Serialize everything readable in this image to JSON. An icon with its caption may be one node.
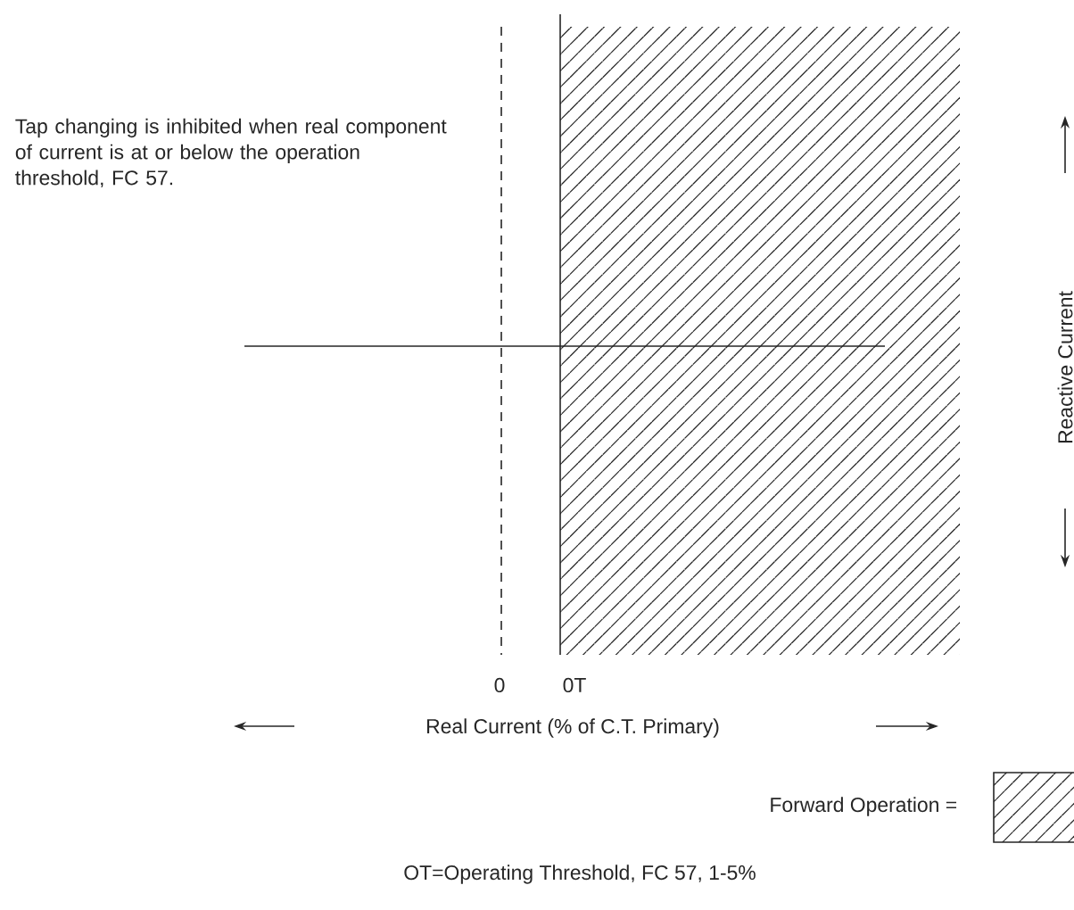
{
  "diagram": {
    "labels": [
      "Tap changing is inhibited when real component of current is at or below the operation threshold, FC 57.",
      "Reactive Current",
      "0",
      "0T",
      "Real Current (% of C.T. Primary)",
      "OT=Operating Threshold, FC 57, 1-5%"
    ],
    "legend": [
      {
        "text": "Forward Operation ="
      }
    ]
  }
}
